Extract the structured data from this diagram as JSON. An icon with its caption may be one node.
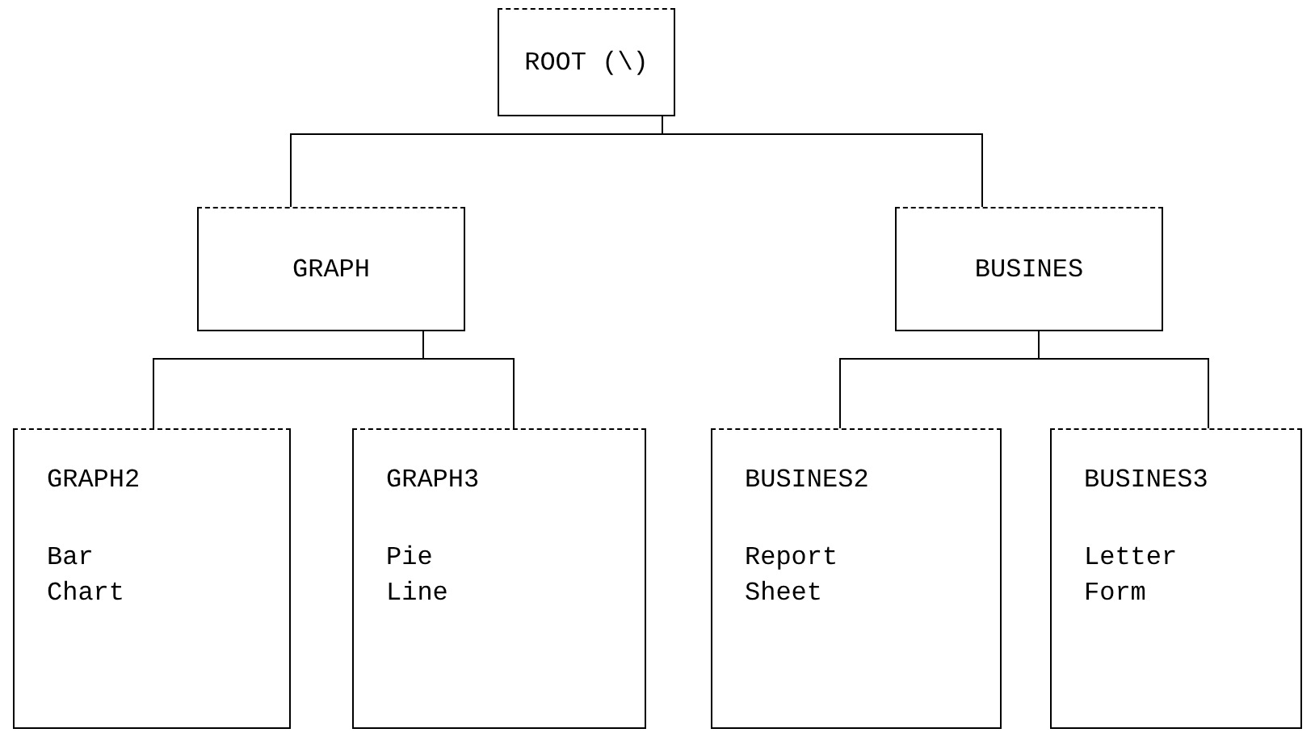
{
  "diagram": {
    "nodes": [
      {
        "text": [
          "ROOT (\\)"
        ]
      },
      {
        "text": [
          "GRAPH"
        ]
      },
      {
        "text": [
          "BUSINES"
        ]
      },
      {
        "text": [
          "GRAPH2",
          "Bar Chart"
        ]
      },
      {
        "text": [
          "GRAPH3",
          "Pie Line"
        ]
      },
      {
        "text": [
          "BUSINES2",
          "Report Sheet"
        ]
      },
      {
        "text": [
          "BUSINES3",
          "Letter Form"
        ]
      }
    ],
    "edges": [
      {
        "from": 0,
        "to": 1,
        "arrow": "none"
      },
      {
        "from": 0,
        "to": 2,
        "arrow": "none"
      },
      {
        "from": 1,
        "to": 3,
        "arrow": "none"
      },
      {
        "from": 1,
        "to": 4,
        "arrow": "none"
      },
      {
        "from": 2,
        "to": 5,
        "arrow": "none"
      },
      {
        "from": 2,
        "to": 6,
        "arrow": "none"
      }
    ]
  }
}
